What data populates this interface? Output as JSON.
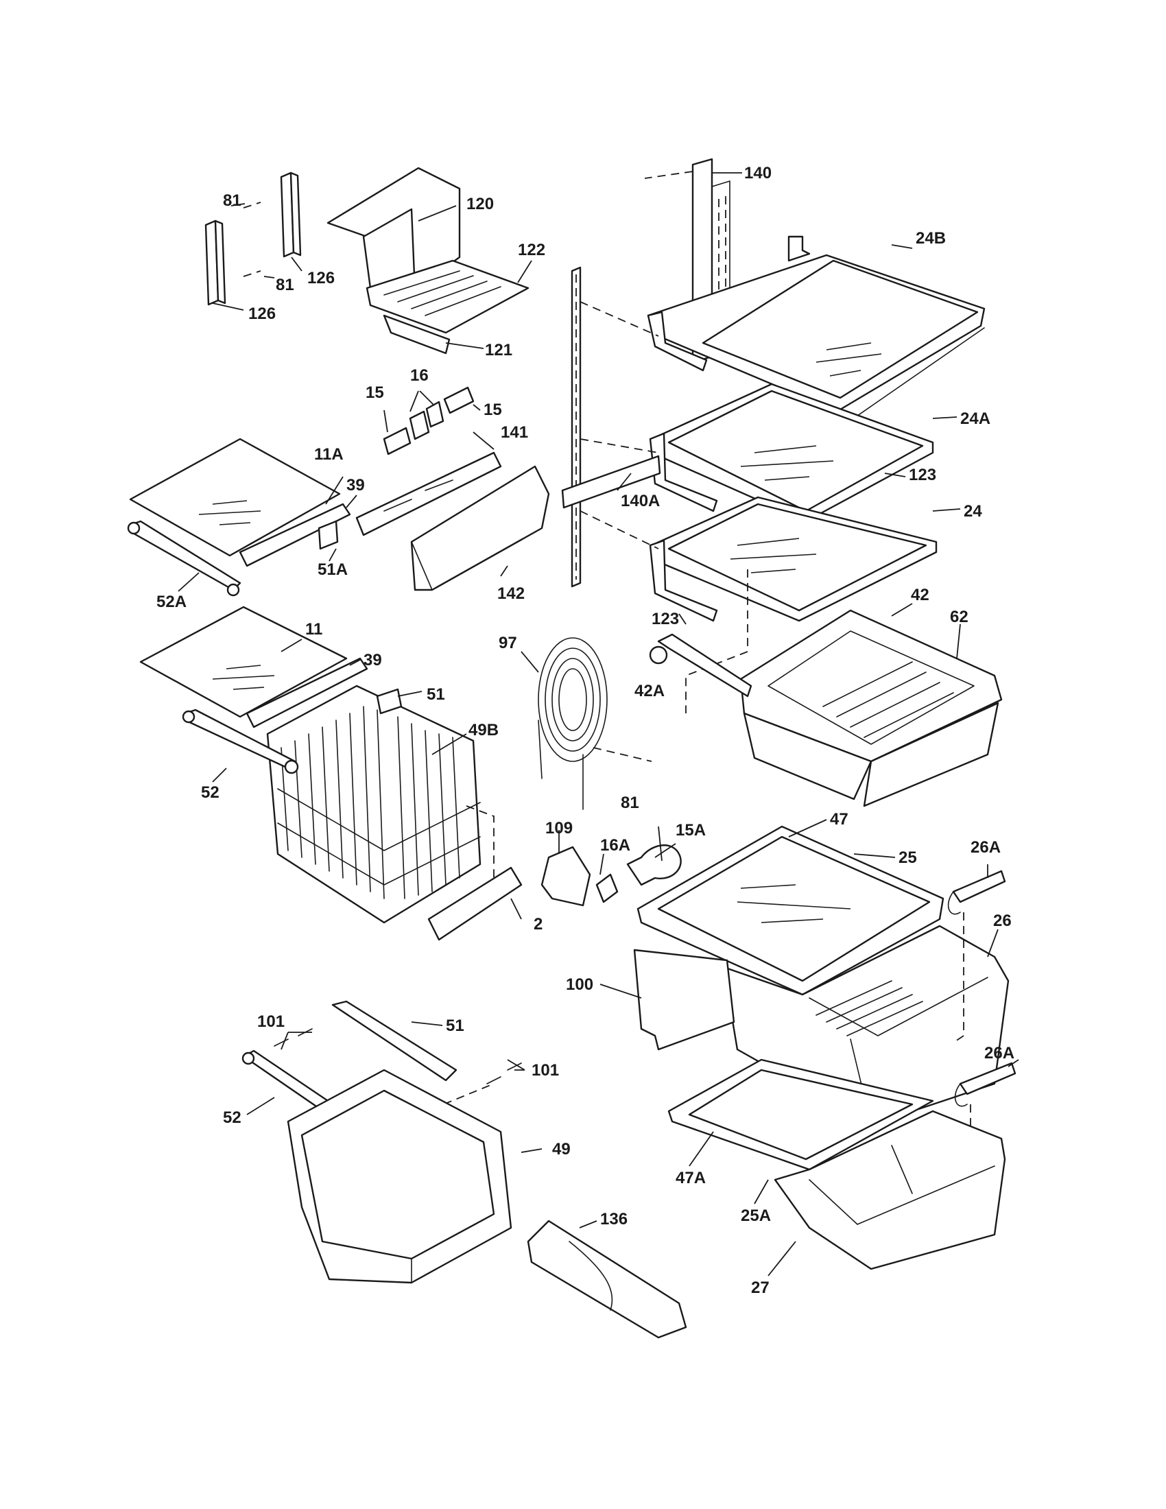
{
  "callouts": {
    "c140": "140",
    "c81a": "81",
    "c120": "120",
    "c24b": "24B",
    "c122": "122",
    "c81b": "81",
    "c126a": "126",
    "c126b": "126",
    "c121": "121",
    "c16": "16",
    "c15a": "15",
    "c15b": "15",
    "c141": "141",
    "c24a": "24A",
    "c11a": "11A",
    "c39a": "39",
    "c123a": "123",
    "c140a": "140A",
    "c24": "24",
    "c51a": "51A",
    "c142": "142",
    "c52a": "52A",
    "c123b": "123",
    "c42": "42",
    "c62": "62",
    "c97": "97",
    "c11": "11",
    "c39b": "39",
    "c42a": "42A",
    "c51": "51",
    "c49b": "49B",
    "c52": "52",
    "c81c": "81",
    "c109": "109",
    "c16a": "16A",
    "c15aa": "15A",
    "c47": "47",
    "c25": "25",
    "c26a1": "26A",
    "c2": "2",
    "c26": "26",
    "c100": "100",
    "c101a": "101",
    "c51b": "51",
    "c101b": "101",
    "c26a2": "26A",
    "c52b": "52",
    "c49": "49",
    "c47a": "47A",
    "c25a": "25A",
    "c136": "136",
    "c27": "27"
  }
}
